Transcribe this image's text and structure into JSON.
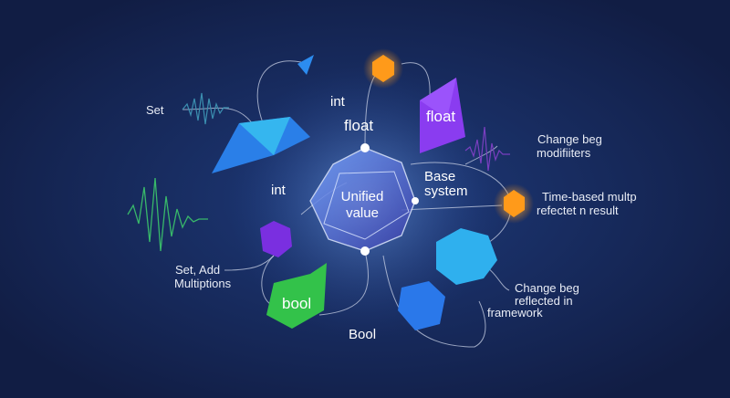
{
  "colors": {
    "background": "#14224c",
    "core": "#6a8ff0",
    "orange": "#ff9a1a",
    "purple": "#8a3cf0",
    "green": "#33c24a",
    "cyan": "#2fb8f0"
  },
  "center": {
    "line1": "Unified",
    "line2": "value"
  },
  "labels": {
    "set": "Set",
    "int_top": "int",
    "float_top": "float",
    "float_gem": "float",
    "int_left": "int",
    "base_1": "Base",
    "base_2": "system",
    "change_mod_1": "Change beg",
    "change_mod_2": "modifiiters",
    "time_1": "Time-based multp",
    "time_2": "refectet n result",
    "set_add_1": "Set, Add",
    "set_add_2": "Multiptions",
    "bool_gem": "bool",
    "bool_bottom": "Bool",
    "change_fw_1": "Change beg",
    "change_fw_2": "reflected in",
    "change_fw_3": "framework"
  }
}
